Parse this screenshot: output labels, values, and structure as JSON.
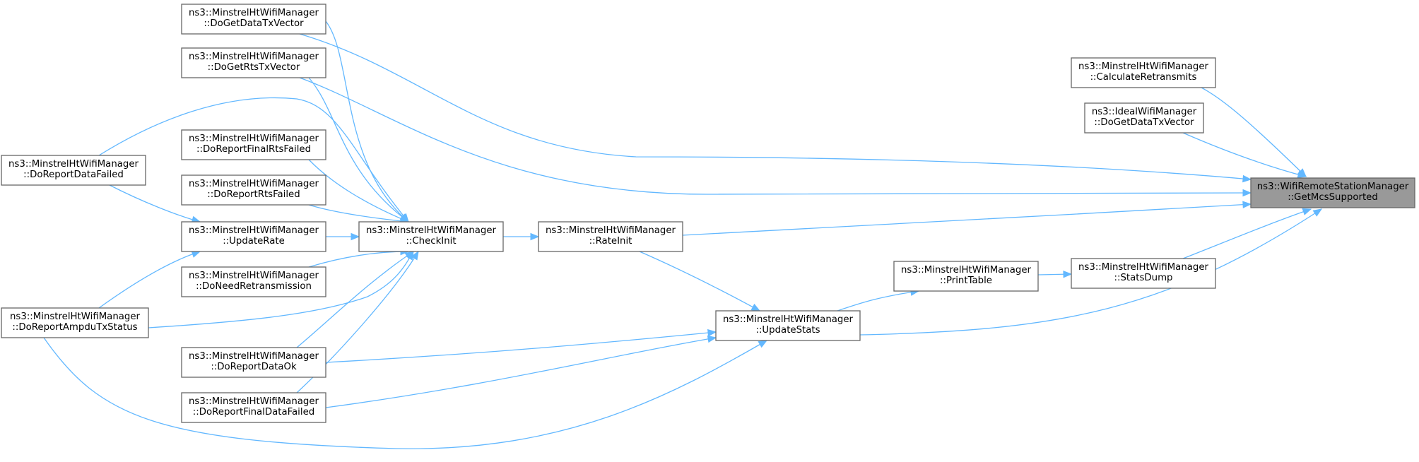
{
  "diagram": {
    "nodes": [
      {
        "id": "getmcs",
        "lines": [
          "ns3::WifiRemoteStationManager",
          "::GetMcsSupported"
        ],
        "root": true
      },
      {
        "id": "calcretx",
        "lines": [
          "ns3::MinstrelHtWifiManager",
          "::CalculateRetransmits"
        ]
      },
      {
        "id": "ideal",
        "lines": [
          "ns3::IdealWifiManager",
          "::DoGetDataTxVector"
        ]
      },
      {
        "id": "dogetdata",
        "lines": [
          "ns3::MinstrelHtWifiManager",
          "::DoGetDataTxVector"
        ]
      },
      {
        "id": "dogetrts",
        "lines": [
          "ns3::MinstrelHtWifiManager",
          "::DoGetRtsTxVector"
        ]
      },
      {
        "id": "finalrts",
        "lines": [
          "ns3::MinstrelHtWifiManager",
          "::DoReportFinalRtsFailed"
        ]
      },
      {
        "id": "rtsfailed",
        "lines": [
          "ns3::MinstrelHtWifiManager",
          "::DoReportRtsFailed"
        ]
      },
      {
        "id": "datafailed",
        "lines": [
          "ns3::MinstrelHtWifiManager",
          "::DoReportDataFailed"
        ]
      },
      {
        "id": "updaterate",
        "lines": [
          "ns3::MinstrelHtWifiManager",
          "::UpdateRate"
        ]
      },
      {
        "id": "checkinit",
        "lines": [
          "ns3::MinstrelHtWifiManager",
          "::CheckInit"
        ]
      },
      {
        "id": "rateinit",
        "lines": [
          "ns3::MinstrelHtWifiManager",
          "::RateInit"
        ]
      },
      {
        "id": "needretx",
        "lines": [
          "ns3::MinstrelHtWifiManager",
          "::DoNeedRetransmission"
        ]
      },
      {
        "id": "ampdu",
        "lines": [
          "ns3::MinstrelHtWifiManager",
          "::DoReportAmpduTxStatus"
        ]
      },
      {
        "id": "dataok",
        "lines": [
          "ns3::MinstrelHtWifiManager",
          "::DoReportDataOk"
        ]
      },
      {
        "id": "finaldata",
        "lines": [
          "ns3::MinstrelHtWifiManager",
          "::DoReportFinalDataFailed"
        ]
      },
      {
        "id": "updatestats",
        "lines": [
          "ns3::MinstrelHtWifiManager",
          "::UpdateStats"
        ]
      },
      {
        "id": "printtable",
        "lines": [
          "ns3::MinstrelHtWifiManager",
          "::PrintTable"
        ]
      },
      {
        "id": "statsdump",
        "lines": [
          "ns3::MinstrelHtWifiManager",
          "::StatsDump"
        ]
      }
    ],
    "edges": [
      {
        "from": "calcretx",
        "to": "getmcs"
      },
      {
        "from": "ideal",
        "to": "getmcs"
      },
      {
        "from": "dogetdata",
        "to": "getmcs"
      },
      {
        "from": "dogetrts",
        "to": "getmcs"
      },
      {
        "from": "rateinit",
        "to": "getmcs"
      },
      {
        "from": "statsdump",
        "to": "getmcs"
      },
      {
        "from": "updatestats",
        "to": "getmcs"
      },
      {
        "from": "checkinit",
        "to": "rateinit"
      },
      {
        "from": "dogetdata",
        "to": "checkinit"
      },
      {
        "from": "dogetrts",
        "to": "checkinit"
      },
      {
        "from": "finalrts",
        "to": "checkinit"
      },
      {
        "from": "rtsfailed",
        "to": "checkinit"
      },
      {
        "from": "datafailed",
        "to": "checkinit"
      },
      {
        "from": "updaterate",
        "to": "checkinit"
      },
      {
        "from": "needretx",
        "to": "checkinit"
      },
      {
        "from": "ampdu",
        "to": "checkinit"
      },
      {
        "from": "dataok",
        "to": "checkinit"
      },
      {
        "from": "finaldata",
        "to": "checkinit"
      },
      {
        "from": "datafailed",
        "to": "updaterate"
      },
      {
        "from": "ampdu",
        "to": "updaterate"
      },
      {
        "from": "rateinit",
        "to": "updatestats"
      },
      {
        "from": "dataok",
        "to": "updatestats"
      },
      {
        "from": "finaldata",
        "to": "updatestats"
      },
      {
        "from": "ampdu",
        "to": "updatestats"
      },
      {
        "from": "updatestats",
        "to": "printtable"
      },
      {
        "from": "printtable",
        "to": "statsdump"
      }
    ],
    "colors": {
      "edge": "#63b8ff",
      "node_border": "#666666",
      "root_fill": "#999999",
      "node_fill": "#ffffff"
    }
  }
}
